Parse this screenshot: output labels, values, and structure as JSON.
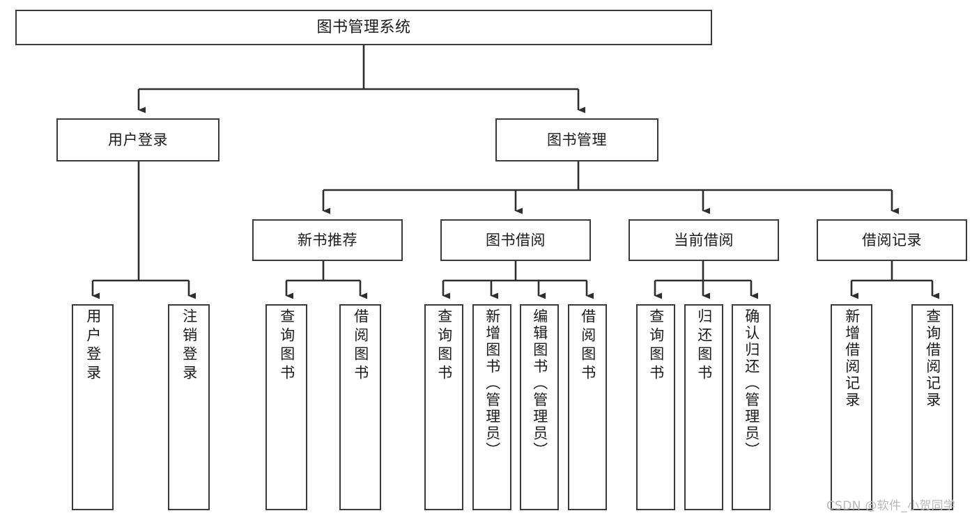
{
  "diagram": {
    "title_node": {
      "label": "图书管理系统"
    },
    "level2": [
      {
        "id": "user-login",
        "label": "用户登录"
      },
      {
        "id": "book-management",
        "label": "图书管理"
      }
    ],
    "level3": [
      {
        "id": "new-book-recommend",
        "label": "新书推荐"
      },
      {
        "id": "book-borrow",
        "label": "图书借阅"
      },
      {
        "id": "current-borrow",
        "label": "当前借阅"
      },
      {
        "id": "borrow-record",
        "label": "借阅记录"
      }
    ],
    "leaves": [
      {
        "id": "leaf-user-login",
        "label": "用户登录",
        "parent": "user-login"
      },
      {
        "id": "leaf-logout-login",
        "label": "注销登录",
        "parent": "user-login"
      },
      {
        "id": "leaf-query-book-1",
        "label": "查询图书",
        "parent": "new-book-recommend"
      },
      {
        "id": "leaf-borrow-book-1",
        "label": "借阅图书",
        "parent": "new-book-recommend"
      },
      {
        "id": "leaf-query-book-2",
        "label": "查询图书",
        "parent": "book-borrow"
      },
      {
        "id": "leaf-add-book",
        "label": "新增图书（管理员）",
        "parent": "book-borrow"
      },
      {
        "id": "leaf-edit-book",
        "label": "编辑图书（管理员）",
        "parent": "book-borrow"
      },
      {
        "id": "leaf-borrow-book-2",
        "label": "借阅图书",
        "parent": "book-borrow"
      },
      {
        "id": "leaf-query-book-3",
        "label": "查询图书",
        "parent": "current-borrow"
      },
      {
        "id": "leaf-return-book",
        "label": "归还图书",
        "parent": "current-borrow"
      },
      {
        "id": "leaf-confirm-return",
        "label": "确认归还（管理员）",
        "parent": "current-borrow"
      },
      {
        "id": "leaf-add-record",
        "label": "新增借阅记录",
        "parent": "borrow-record"
      },
      {
        "id": "leaf-query-record",
        "label": "查询借阅记录",
        "parent": "borrow-record"
      }
    ]
  },
  "watermark": {
    "text": "CSDN @软件_小贺同学"
  },
  "colors": {
    "border": "#3a3a3a",
    "background": "#ffffff",
    "text": "#1b1b1b",
    "connector": "#2e2e2e",
    "watermark": "#b9b9b9"
  }
}
